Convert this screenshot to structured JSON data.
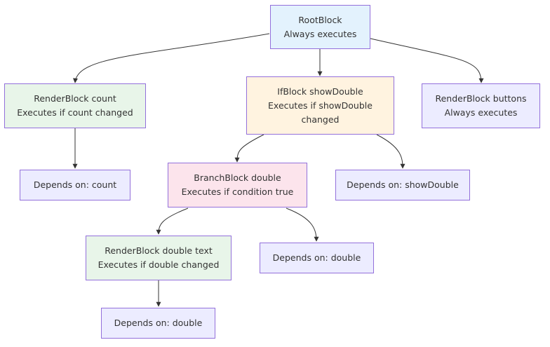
{
  "colors": {
    "root_fill": "#E3F2FD",
    "render_fill": "#E8F5E9",
    "if_fill": "#FFF3E0",
    "branch_fill": "#FCE4EC",
    "dep_fill": "#ECECFF",
    "border": "#9370DB",
    "edge": "#333333"
  },
  "nodes": {
    "root": {
      "line1": "RootBlock",
      "line2": "Always executes"
    },
    "render_count": {
      "line1": "RenderBlock count",
      "line2": "Executes if count changed"
    },
    "if_show_double": {
      "line1": "IfBlock showDouble",
      "line2": "Executes if showDouble",
      "line3": "changed"
    },
    "render_buttons": {
      "line1": "RenderBlock buttons",
      "line2": "Always executes"
    },
    "dep_count": {
      "line1": "Depends on: count"
    },
    "branch_double": {
      "line1": "BranchBlock double",
      "line2": "Executes if condition true"
    },
    "dep_show_double": {
      "line1": "Depends on: showDouble"
    },
    "render_double_text": {
      "line1": "RenderBlock double text",
      "line2": "Executes if double changed"
    },
    "dep_double_branch": {
      "line1": "Depends on: double"
    },
    "dep_double_render": {
      "line1": "Depends on: double"
    }
  }
}
